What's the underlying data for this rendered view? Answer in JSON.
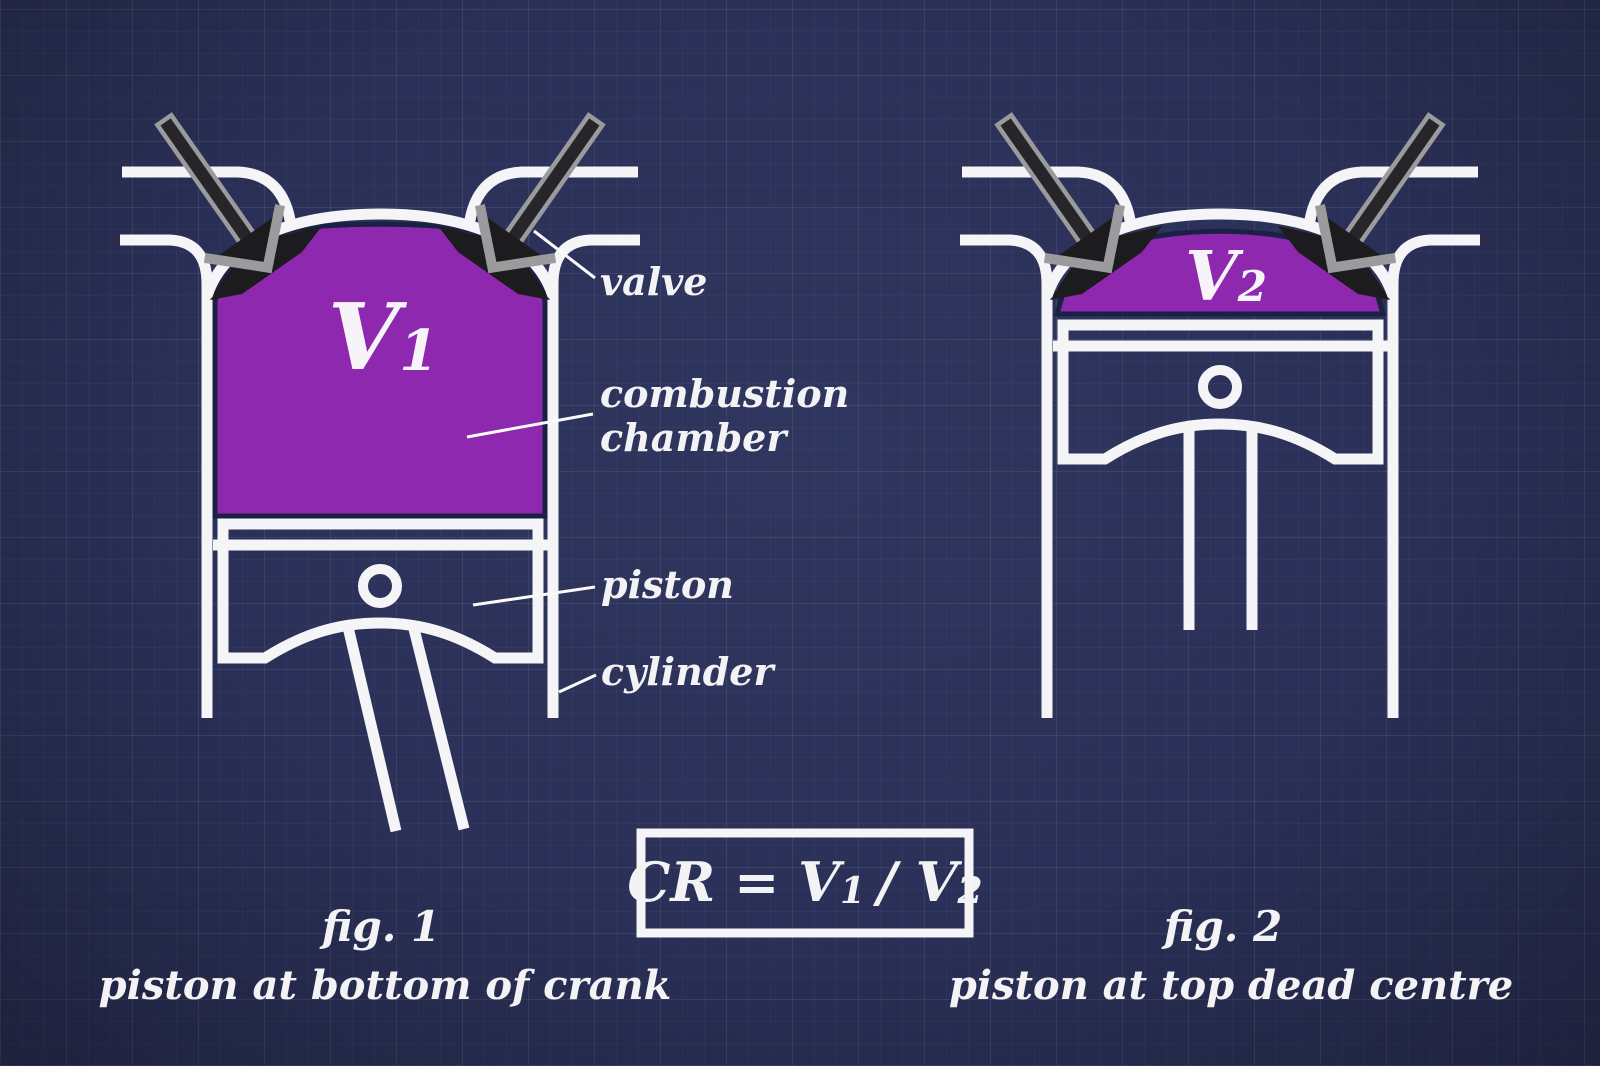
{
  "title": "compression ratio engine diagram",
  "colors": {
    "background": "#2a3057",
    "chamber_purple": "#8e28ae",
    "line_white": "#f5f5f7",
    "valve_gray": "#9b9b9d",
    "valve_dark": "#26262a",
    "seat_black": "#1c1c1e"
  },
  "fig1": {
    "volume_main": "V",
    "volume_sub": "1",
    "caption_title": "fig. 1",
    "caption_subtitle": "piston at bottom of crank"
  },
  "fig2": {
    "volume_main": "V",
    "volume_sub": "2",
    "caption_title": "fig. 2",
    "caption_subtitle": "piston at top dead centre"
  },
  "annotations": {
    "valve": "valve",
    "combustion_line1": "combustion",
    "combustion_line2": "chamber",
    "piston": "piston",
    "cylinder": "cylinder"
  },
  "formula": {
    "part1": "CR = V",
    "sub1": "1",
    "part2": "/ V",
    "sub2": "2"
  }
}
